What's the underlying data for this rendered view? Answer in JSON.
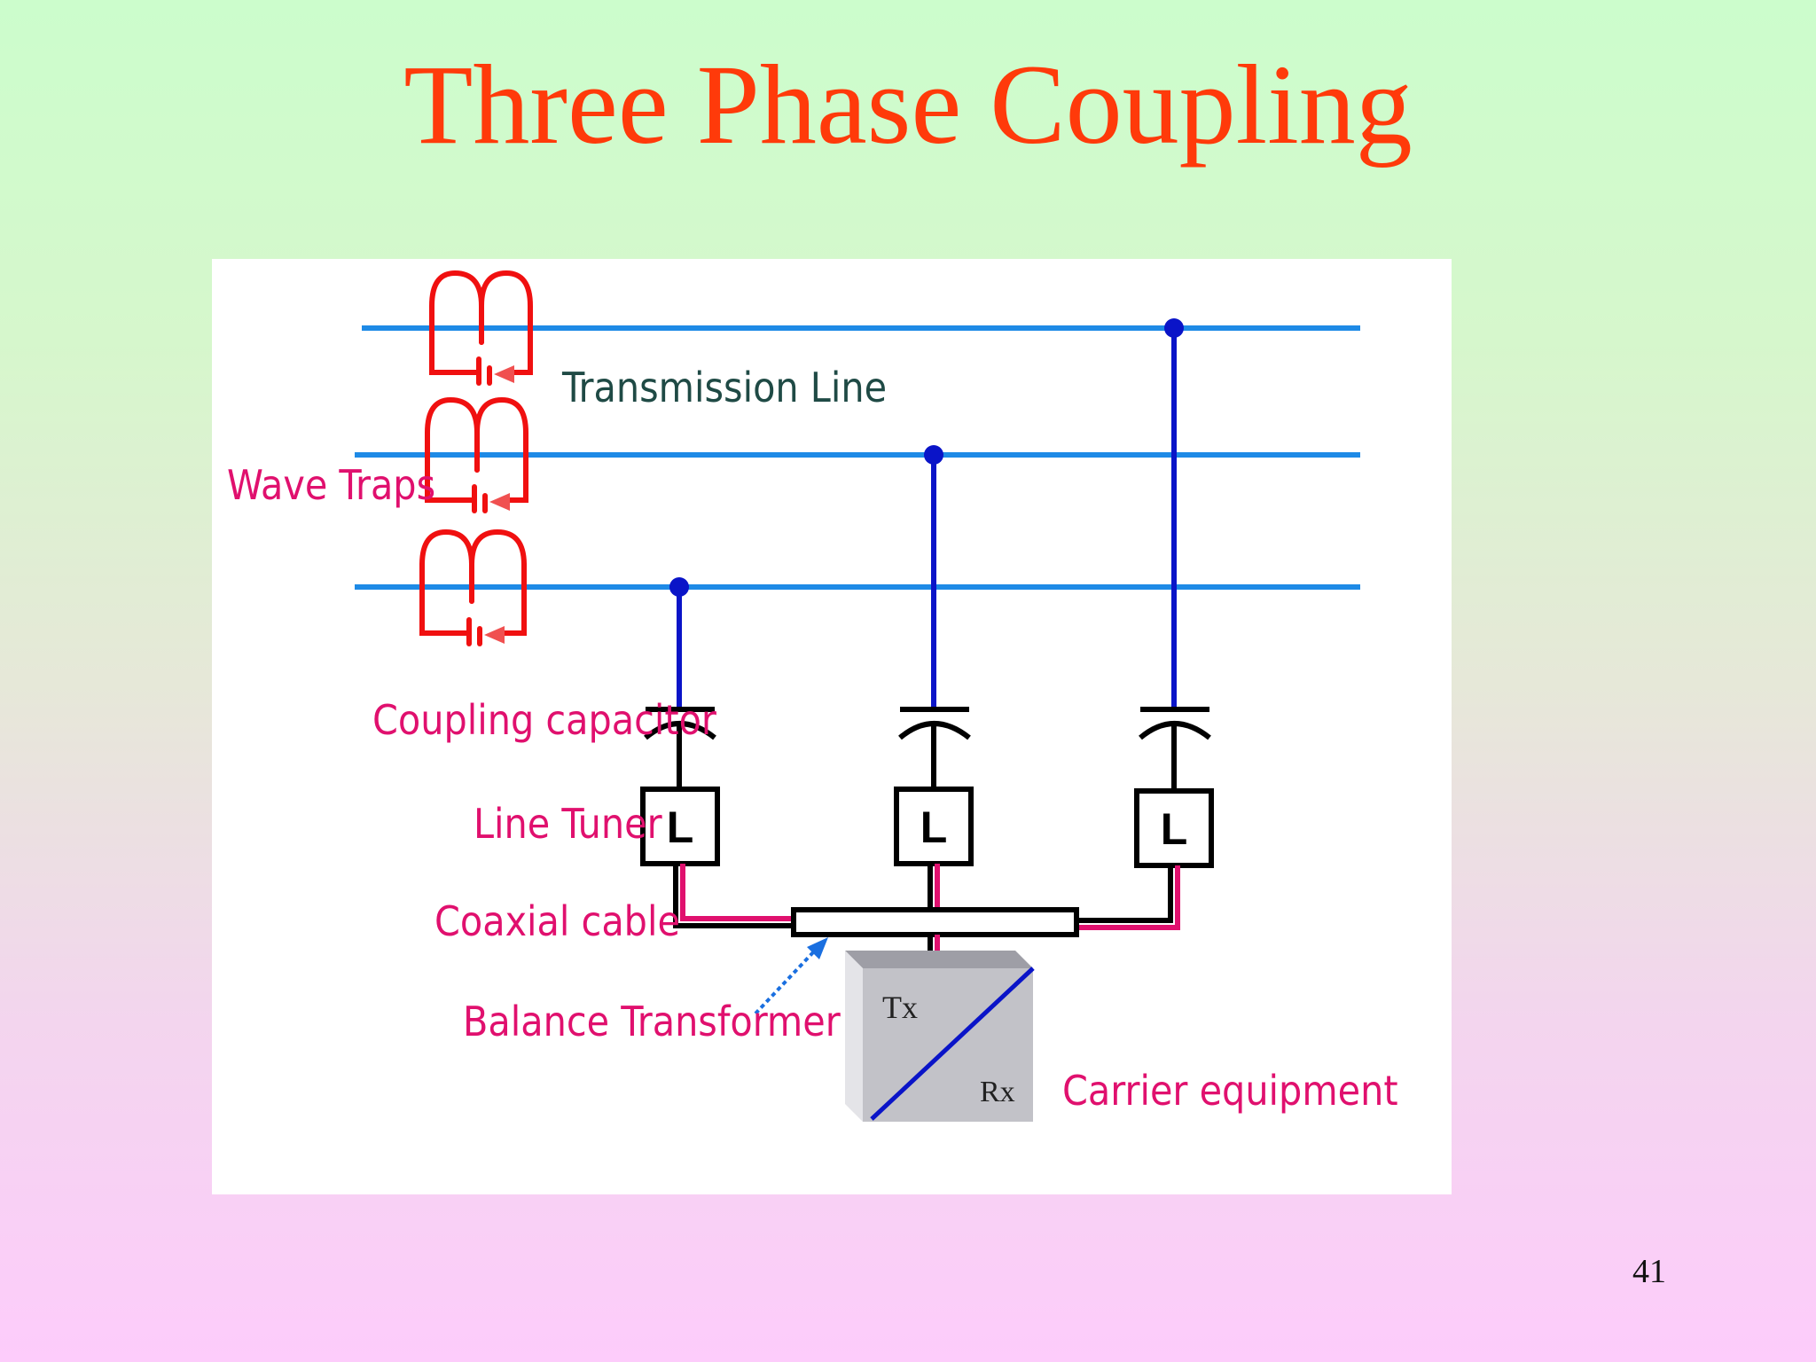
{
  "slide": {
    "title": "Three Phase Coupling",
    "page_number": "41"
  },
  "diagram": {
    "labels": {
      "transmission_line": "Transmission Line",
      "wave_traps": "Wave Traps",
      "coupling_capacitor": "Coupling capacitor",
      "line_tuner": "Line Tuner",
      "coaxial_cable": "Coaxial cable",
      "balance_transformer": "Balance Transformer",
      "carrier_equipment": "Carrier equipment",
      "tx": "Tx",
      "rx": "Rx",
      "tuner_symbol": "L"
    },
    "colors": {
      "title": "#ff3a0a",
      "line_label": "#1f4a45",
      "component_label": "#e0106e",
      "phase_line": "#1e8ae6",
      "drop_line": "#0a14c8",
      "wave_trap": "#f01010",
      "coax": "#e0106e"
    }
  }
}
